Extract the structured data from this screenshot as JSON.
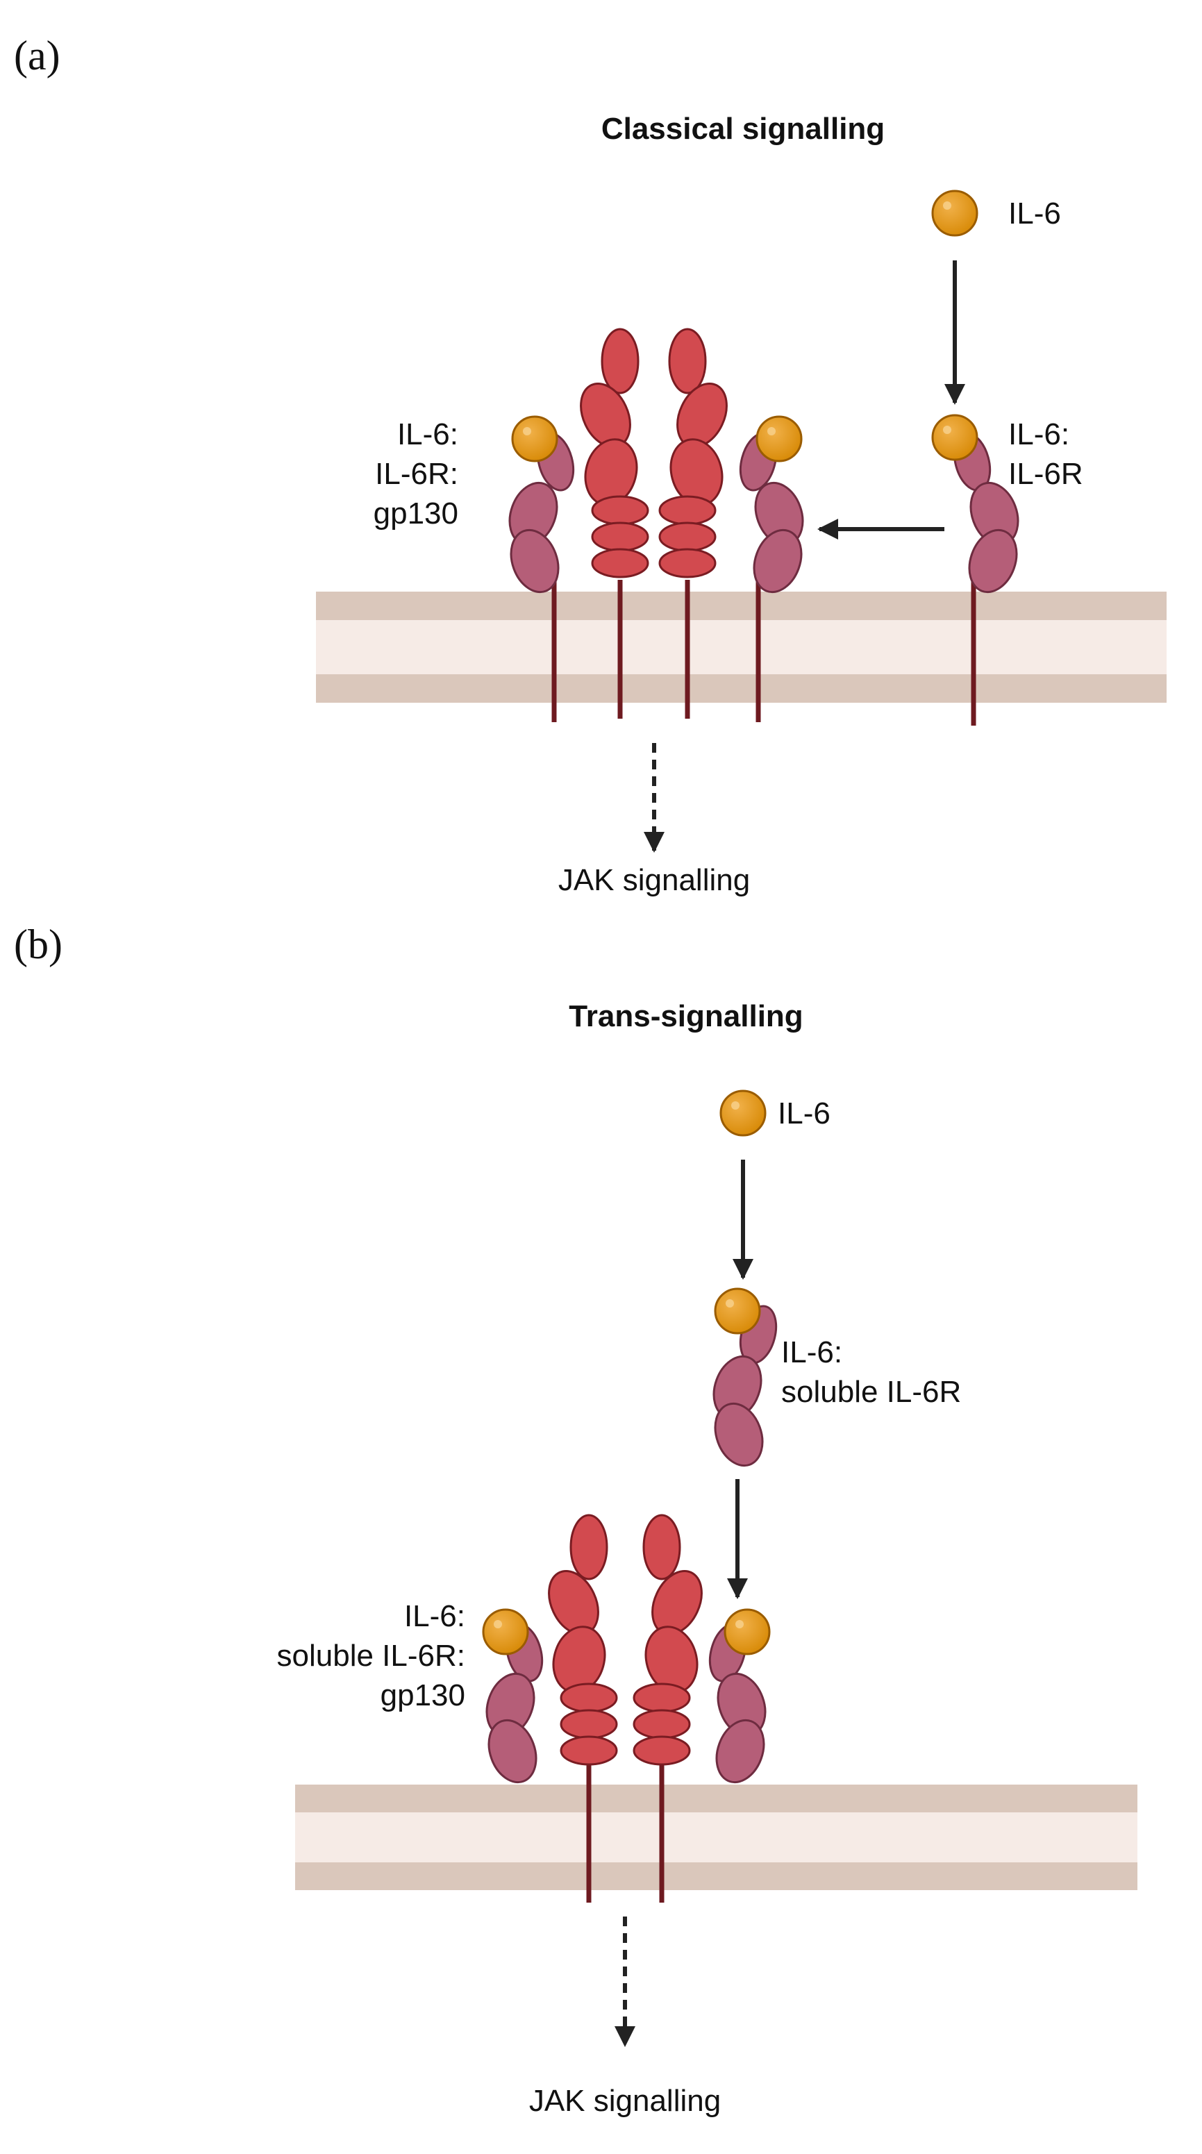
{
  "panel_a": {
    "label": "(a)",
    "title": "Classical signalling",
    "free_ligand_label": "IL-6",
    "receptor_complex_label": [
      "IL-6:",
      "IL-6R"
    ],
    "assembled_complex_label": [
      "IL-6:",
      "IL-6R:",
      "gp130"
    ],
    "output_label": "JAK signalling"
  },
  "panel_b": {
    "label": "(b)",
    "title": "Trans-signalling",
    "free_ligand_label": "IL-6",
    "soluble_complex_label": [
      "IL-6:",
      "soluble IL-6R"
    ],
    "assembled_complex_label": [
      "IL-6:",
      "soluble IL-6R:",
      "gp130"
    ],
    "output_label": "JAK signalling"
  },
  "colors": {
    "il6_fill": "#d98c0a",
    "il6_stroke": "#9a5c00",
    "il6r_fill": "#b55e78",
    "il6r_stroke": "#6e2c40",
    "gp130_fill": "#d24a4f",
    "gp130_stroke": "#7a1c22",
    "stalk": "#6e1a20",
    "membrane_outer": "#dac7bb",
    "membrane_inner": "#f6ebe6",
    "arrow": "#222222"
  }
}
